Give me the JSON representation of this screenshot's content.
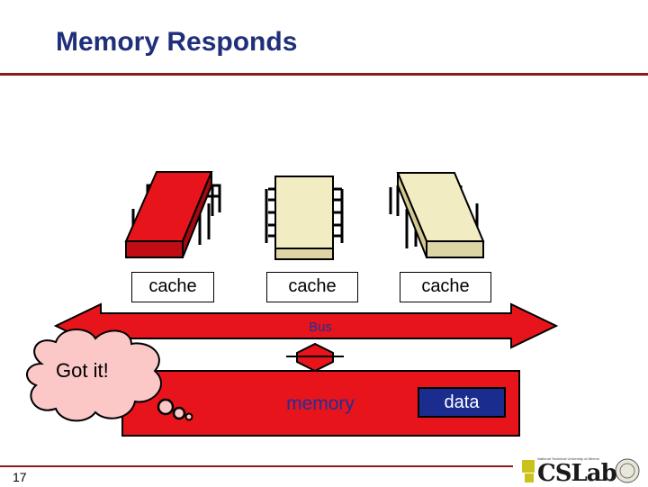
{
  "slide": {
    "title": "Memory Responds",
    "page_number": "17"
  },
  "processors": [
    {
      "cache_label": "cache",
      "color": "#e8141c"
    },
    {
      "cache_label": "cache",
      "color": "#f2ecc2"
    },
    {
      "cache_label": "cache",
      "color": "#f2ecc2"
    }
  ],
  "bus": {
    "label": "Bus",
    "color": "#e8141c"
  },
  "memory": {
    "label": "memory",
    "color": "#e8141c",
    "data_label": "data"
  },
  "thought": {
    "text": "Got it!",
    "color": "#fbc7c7"
  },
  "logo": {
    "name": "CSLab",
    "tagline": "National Technical University of Athens"
  },
  "colors": {
    "title": "#1f2f7a",
    "rule": "#8b1a1a",
    "accent_blue": "#1a2d8f"
  }
}
